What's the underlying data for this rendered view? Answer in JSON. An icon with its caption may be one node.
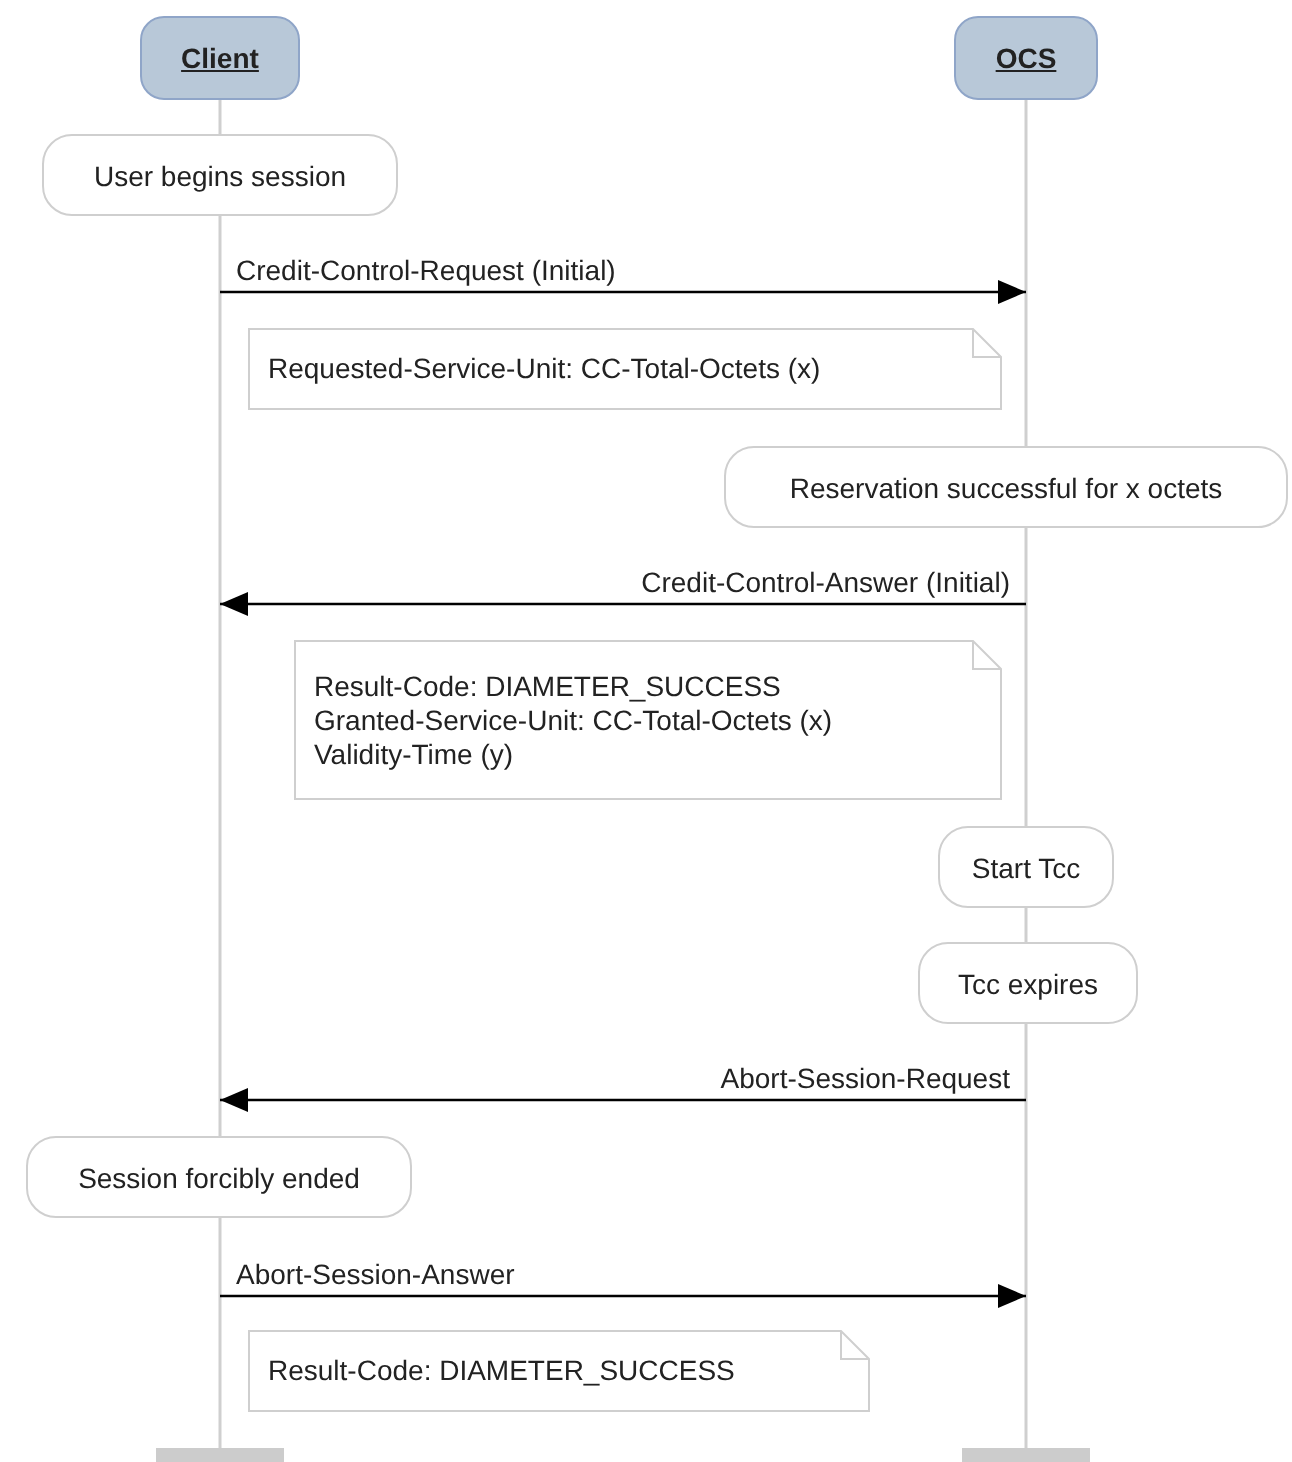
{
  "diagram": {
    "nodes": [
      {
        "text": [
          "Client"
        ]
      },
      {
        "text": [
          "OCS"
        ]
      },
      {
        "text": [
          "User begins session"
        ]
      },
      {
        "text": [
          "Requested-Service-Unit: CC-Total-Octets (x)"
        ]
      },
      {
        "text": [
          "Reservation successful for x octets"
        ]
      },
      {
        "text": [
          "Result-Code: DIAMETER_SUCCESS",
          "Granted-Service-Unit: CC-Total-Octets (x)",
          "Validity-Time (y)"
        ]
      },
      {
        "text": [
          "Start Tcc"
        ]
      },
      {
        "text": [
          "Tcc expires"
        ]
      },
      {
        "text": [
          "Session forcibly ended"
        ]
      },
      {
        "text": [
          "Result-Code: DIAMETER_SUCCESS"
        ]
      }
    ],
    "edges": [
      {
        "from": 0,
        "to": 1,
        "arrow": "to",
        "label": "Credit-Control-Request (Initial)"
      },
      {
        "from": 1,
        "to": 0,
        "arrow": "to",
        "label": "Credit-Control-Answer (Initial)"
      },
      {
        "from": 1,
        "to": 0,
        "arrow": "to",
        "label": "Abort-Session-Request"
      },
      {
        "from": 0,
        "to": 1,
        "arrow": "to",
        "label": "Abort-Session-Answer"
      }
    ]
  }
}
